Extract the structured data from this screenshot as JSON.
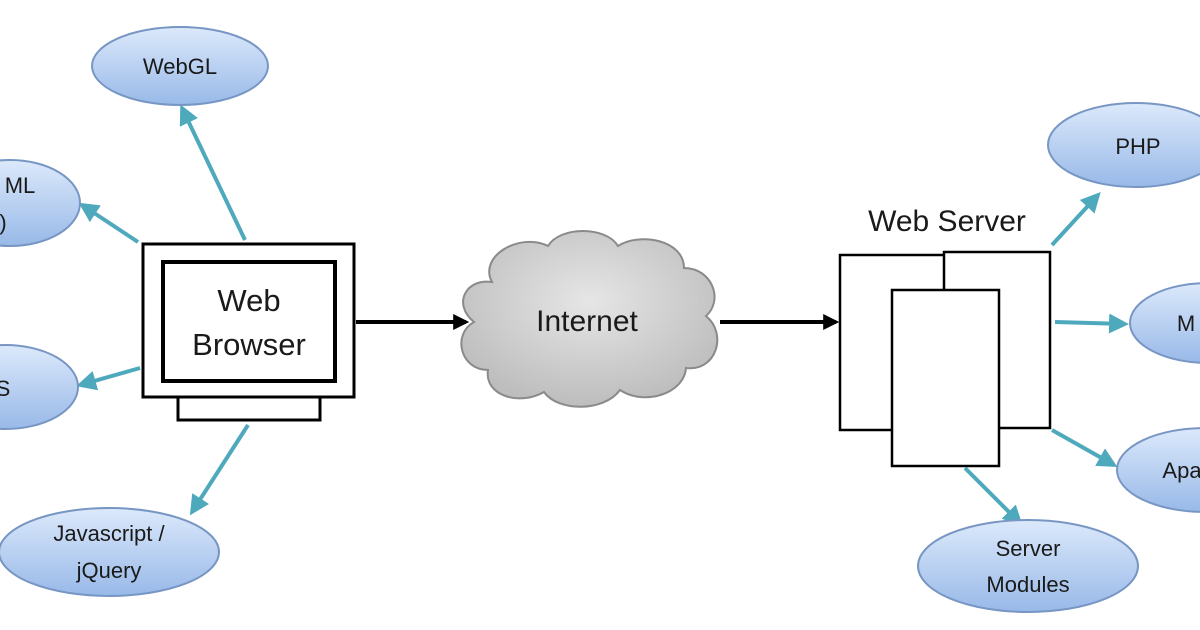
{
  "browser": {
    "line1": "Web",
    "line2": "Browser"
  },
  "internet": {
    "label": "Internet"
  },
  "server": {
    "title": "Web Server"
  },
  "client_tech": [
    {
      "line1": "WebGL",
      "line2": ""
    },
    {
      "line1": "ML",
      "line2": ")"
    },
    {
      "line1": "S",
      "line2": ""
    },
    {
      "line1": "Javascript /",
      "line2": "jQuery"
    }
  ],
  "server_tech": [
    {
      "line1": "PHP",
      "line2": ""
    },
    {
      "line1": "M",
      "line2": ""
    },
    {
      "line1": "Apa",
      "line2": ""
    },
    {
      "line1": "Server",
      "line2": "Modules"
    }
  ],
  "colors": {
    "bubble_fill_top": "#dce9fb",
    "bubble_fill_bottom": "#98b9e8",
    "bubble_stroke": "#7896c4",
    "connector": "#4fa9bd",
    "main_arrow": "#000000",
    "cloud_fill": "#cfcfcf"
  }
}
